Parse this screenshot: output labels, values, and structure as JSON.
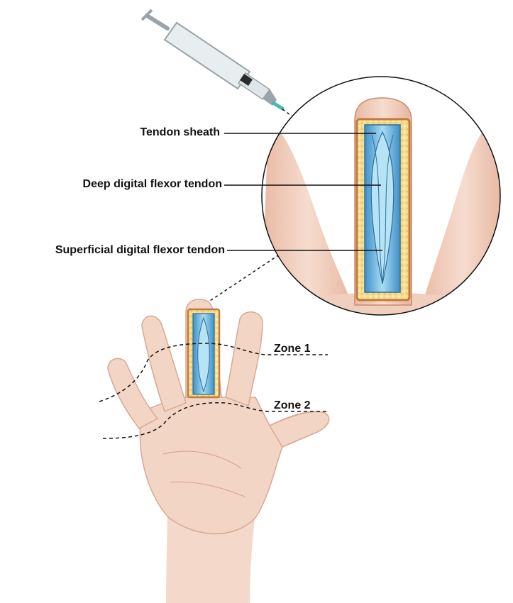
{
  "labels": {
    "tendon_sheath": "Tendon sheath",
    "deep_flexor": "Deep digital flexor tendon",
    "superficial_flexor": "Superficial digital flexor tendon",
    "zone_1": "Zone 1",
    "zone_2": "Zone 2"
  },
  "colors": {
    "skin": "#f3d5c6",
    "skin_shadow": "#d9a892",
    "sheath_fat": "#f2d27a",
    "tendon": "#8ecbe8",
    "tendon_dark": "#3b86c0",
    "outline": "#111111"
  }
}
